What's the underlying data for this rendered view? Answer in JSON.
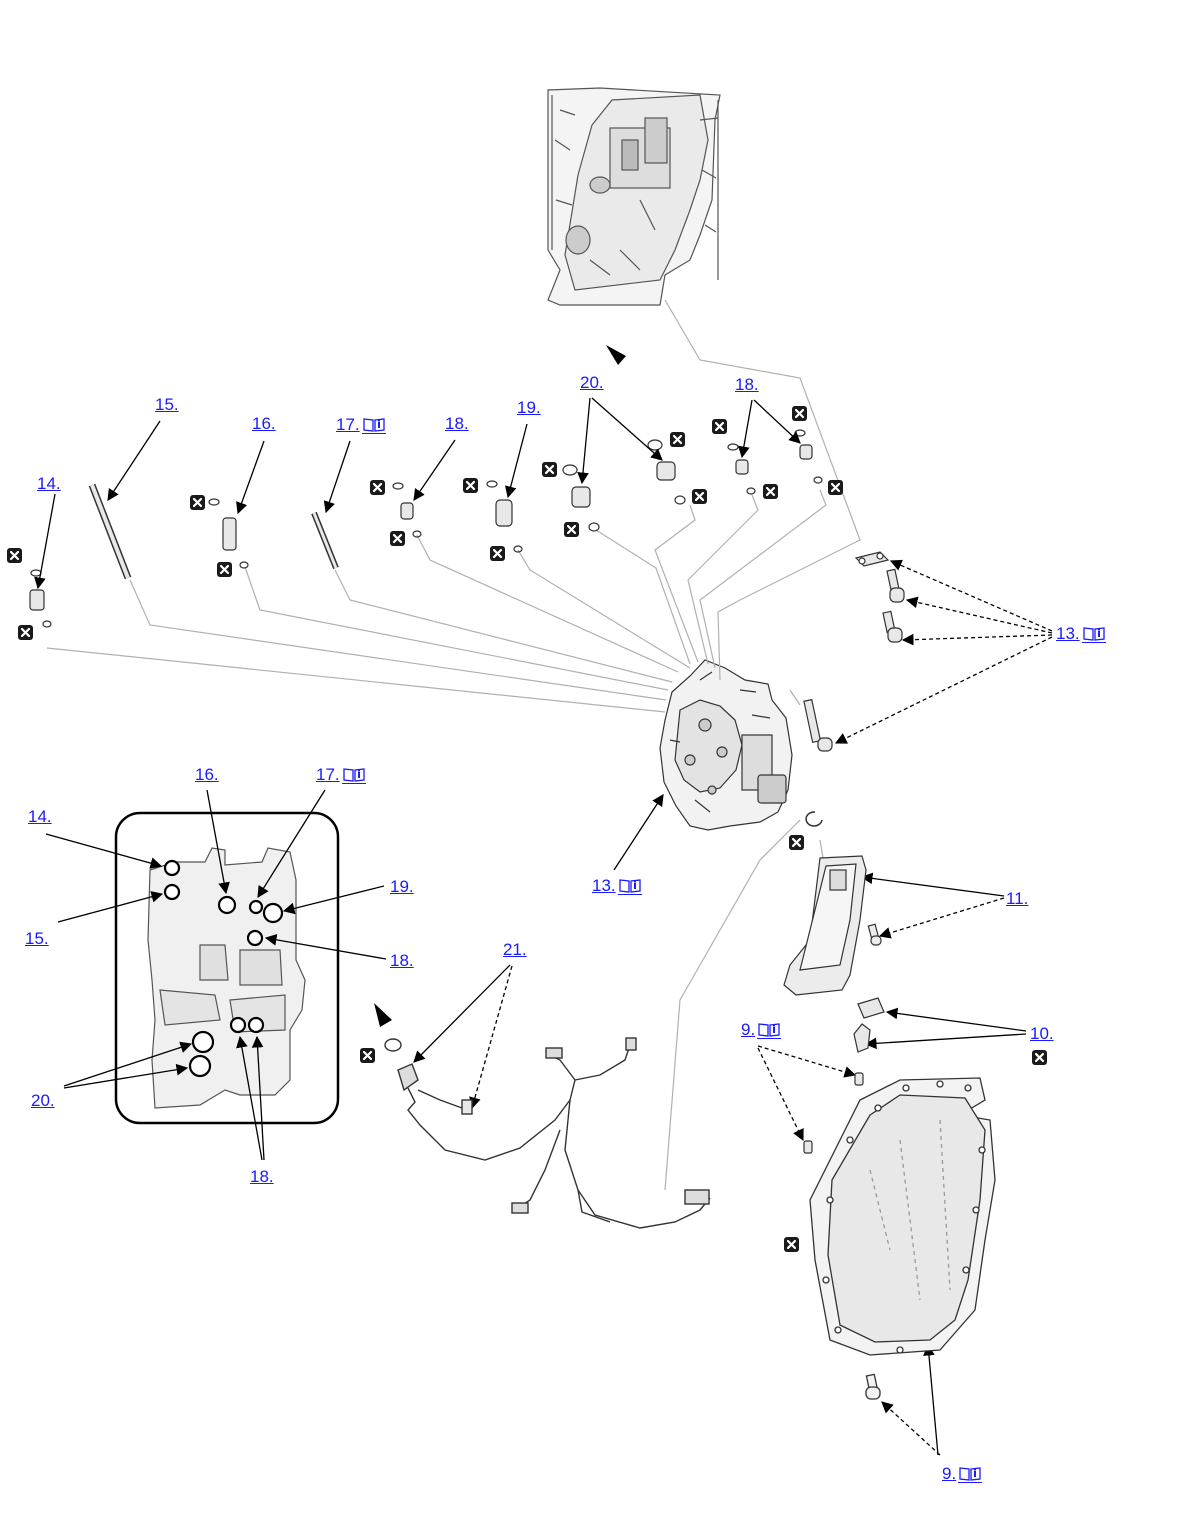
{
  "callouts": [
    {
      "id": "c9a",
      "text": "9.",
      "book": true
    },
    {
      "id": "c9b",
      "text": "9.",
      "book": true
    },
    {
      "id": "c10",
      "text": "10.",
      "book": false
    },
    {
      "id": "c11",
      "text": "11.",
      "book": false
    },
    {
      "id": "c13a",
      "text": "13.",
      "book": true
    },
    {
      "id": "c13b",
      "text": "13.",
      "book": true
    },
    {
      "id": "c14a",
      "text": "14.",
      "book": false
    },
    {
      "id": "c14b",
      "text": "14.",
      "book": false
    },
    {
      "id": "c15a",
      "text": "15.",
      "book": false
    },
    {
      "id": "c15b",
      "text": "15.",
      "book": false
    },
    {
      "id": "c16a",
      "text": "16.",
      "book": false
    },
    {
      "id": "c16b",
      "text": "16.",
      "book": false
    },
    {
      "id": "c17a",
      "text": "17.",
      "book": true
    },
    {
      "id": "c17b",
      "text": "17.",
      "book": true
    },
    {
      "id": "c18a",
      "text": "18.",
      "book": false
    },
    {
      "id": "c18b",
      "text": "18.",
      "book": false
    },
    {
      "id": "c18c",
      "text": "18.",
      "book": false
    },
    {
      "id": "c18d",
      "text": "18.",
      "book": false
    },
    {
      "id": "c19a",
      "text": "19.",
      "book": false
    },
    {
      "id": "c19b",
      "text": "19.",
      "book": false
    },
    {
      "id": "c20a",
      "text": "20.",
      "book": false
    },
    {
      "id": "c20b",
      "text": "20.",
      "book": false
    },
    {
      "id": "c21",
      "text": "21.",
      "book": false
    }
  ],
  "icons": {
    "replace_part": "replace-part-icon",
    "service_info": "book-info-icon"
  },
  "colors": {
    "link": "#1a1aff",
    "line": "#000000",
    "leader": "#b0b0b0",
    "mark": "#1a1a1a"
  }
}
